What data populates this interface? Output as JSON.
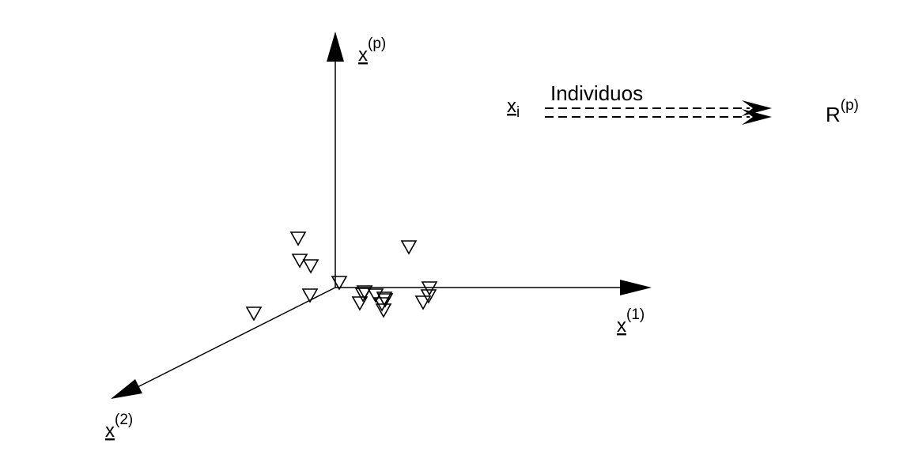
{
  "diagram": {
    "axes": {
      "vertical": {
        "name": "x",
        "superscript": "(p)"
      },
      "horizontal": {
        "name": "x",
        "superscript": "(1)"
      },
      "depth": {
        "name": "x",
        "superscript": "(2)"
      }
    },
    "mapping": {
      "source": {
        "name": "x",
        "subscript": "i"
      },
      "caption": "Individuos",
      "target": {
        "name": "R",
        "superscript": "(p)"
      }
    },
    "marker": "triangle-down",
    "point_count": 18,
    "colors": {
      "ink": "#000000",
      "background": "#ffffff"
    }
  }
}
